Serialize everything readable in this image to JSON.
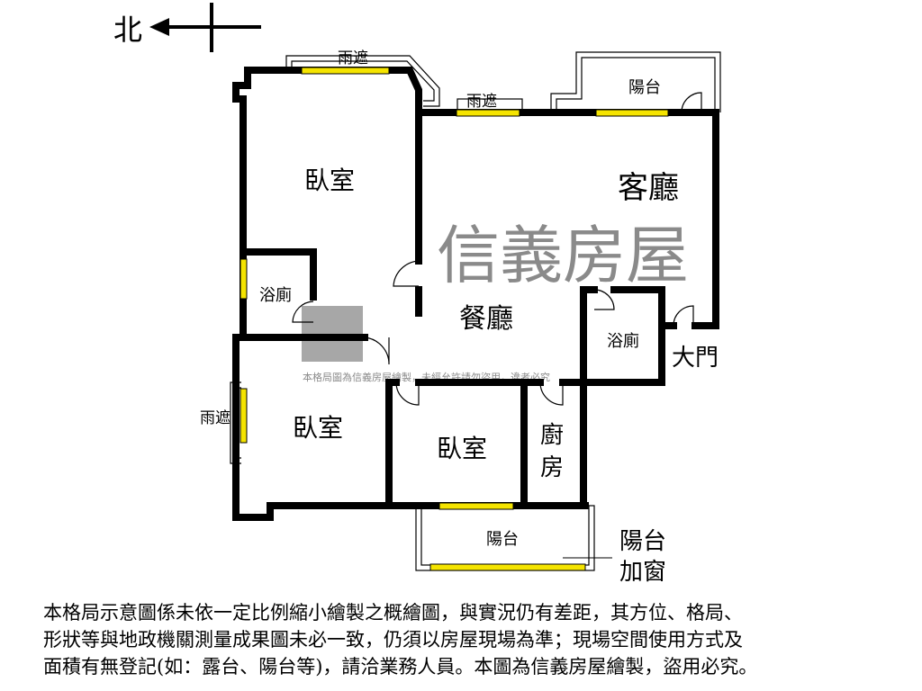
{
  "compass": {
    "label": "北",
    "icon": "north-arrow-icon"
  },
  "rooms": {
    "bedroom_nw": "臥室",
    "living_room": "客廳",
    "dining_room": "餐廳",
    "bathroom_w": "浴廁",
    "bathroom_e": "浴廁",
    "bedroom_sw": "臥室",
    "bedroom_s": "臥室",
    "kitchen_1": "廚",
    "kitchen_2": "房",
    "main_door": "大門",
    "balcony_ne": "陽台",
    "balcony_s": "陽台",
    "awning_n": "雨遮",
    "awning_n2": "雨遮",
    "awning_w": "雨遮",
    "balcony_window_1": "陽台",
    "balcony_window_2": "加窗"
  },
  "watermark": {
    "brand": "信義房屋",
    "notice": "本格局圖為信義房屋繪製，未經允許請勿盜用，違者必究"
  },
  "disclaimer": [
    "本格局示意圖係未依一定比例縮小繪製之概繪圖，與實況仍有差距，其方位、格局、",
    "形狀等與地政機關測量成果圖未必一致，仍須以房屋現場為準；現場空間使用方式及",
    "面積有無登記(如：露台、陽台等)，請洽業務人員。本圖為信義房屋繪製，盜用必究。"
  ],
  "colors": {
    "wall": "#000000",
    "window": "#f5e400",
    "watermark": "#8a8a8a"
  }
}
